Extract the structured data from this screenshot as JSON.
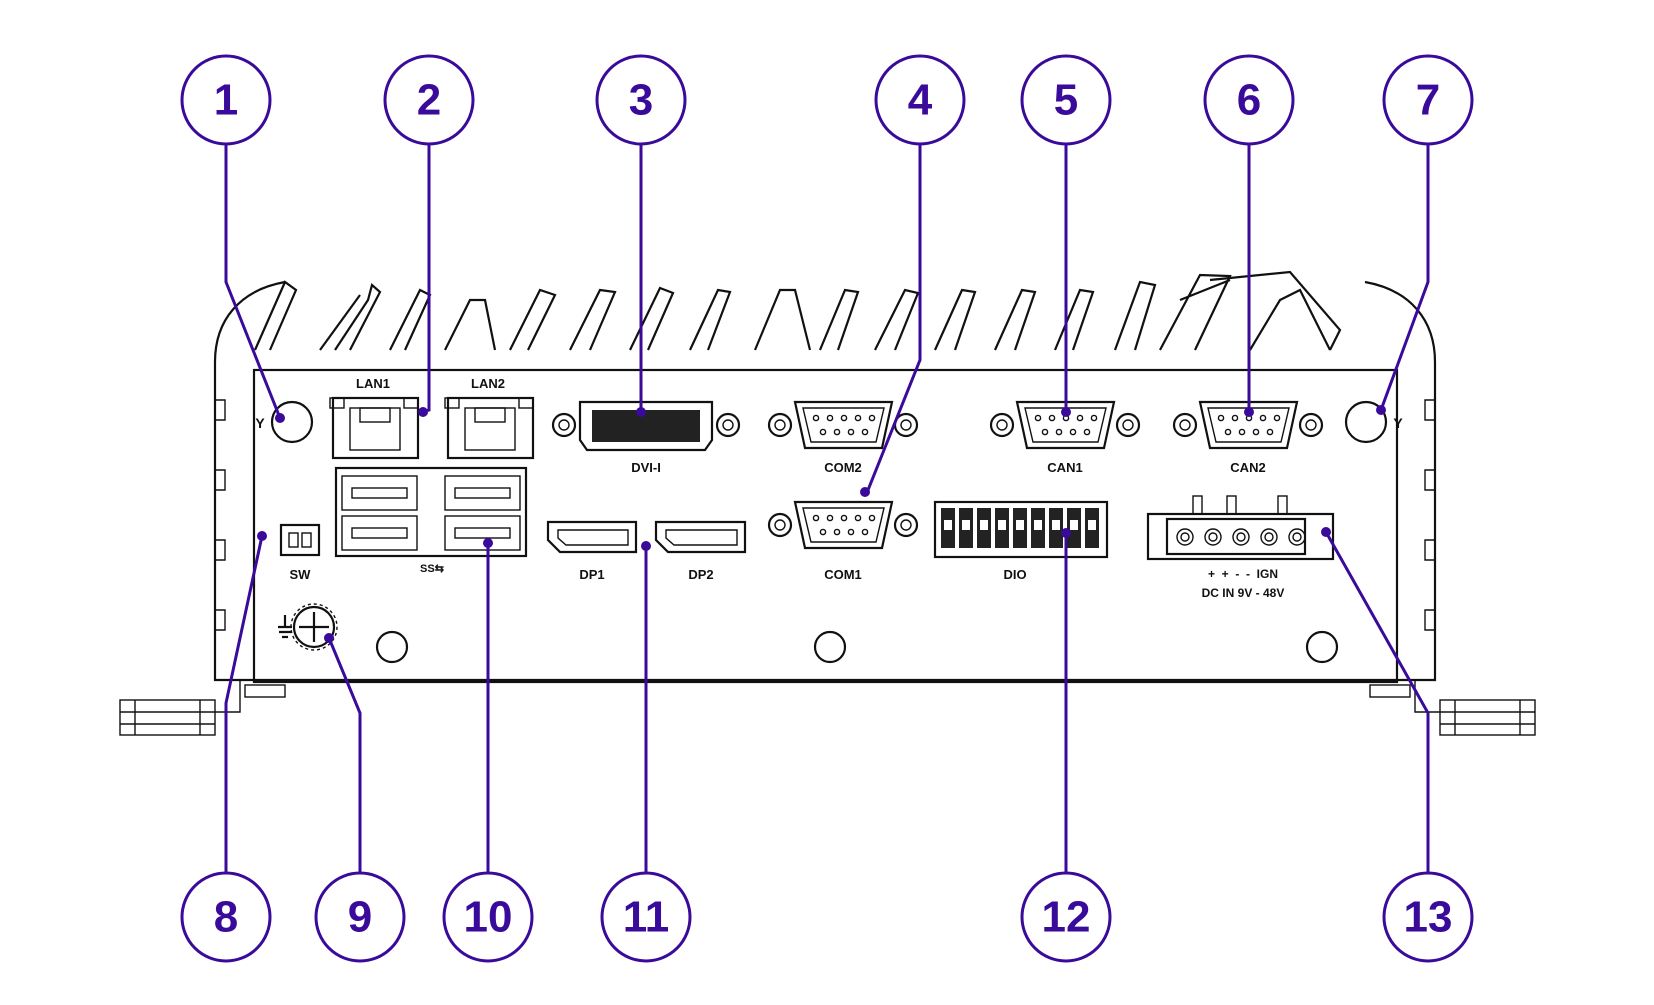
{
  "colors": {
    "callout": "#3a0a9a",
    "line": "#111111",
    "background": "#ffffff"
  },
  "callouts": [
    "1",
    "2",
    "3",
    "4",
    "5",
    "6",
    "7",
    "8",
    "9",
    "10",
    "11",
    "12",
    "13"
  ],
  "port_labels": {
    "lan1": "LAN1",
    "lan2": "LAN2",
    "dvi": "DVI-I",
    "com2": "COM2",
    "can1": "CAN1",
    "can2": "CAN2",
    "sw": "SW",
    "usb": "SS⇆",
    "dp1": "DP1",
    "dp2": "DP2",
    "com1": "COM1",
    "dio": "DIO",
    "dc_pins": "+  +  -  -  IGN",
    "dc_in": "DC IN 9V - 48V"
  },
  "icons": [
    "ground-icon",
    "antenna-hole-icon",
    "screw-hole-icon"
  ]
}
